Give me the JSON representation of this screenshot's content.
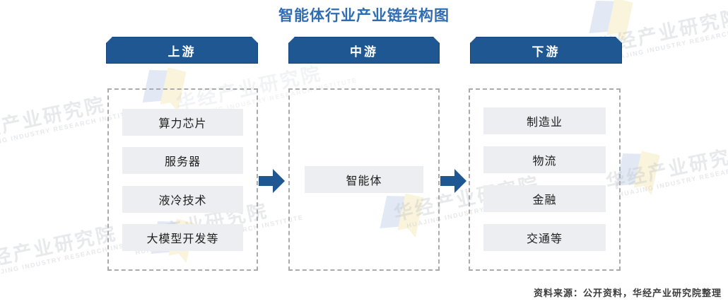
{
  "title": "智能体行业产业链结构图",
  "source_note": "资料来源：公开资料，华经产业研究院整理",
  "watermark": {
    "cn": "华经产业研究院",
    "en": "HUAJING INDUSTRY RESEARCH INSTITUTE"
  },
  "columns": [
    {
      "header": "上游",
      "items": [
        "算力芯片",
        "服务器",
        "液冷技术",
        "大模型开发等"
      ]
    },
    {
      "header": "中游",
      "items": [
        "智能体"
      ]
    },
    {
      "header": "下游",
      "items": [
        "制造业",
        "物流",
        "金融",
        "交通等"
      ]
    }
  ],
  "colors": {
    "header_bg": "#1F5792",
    "header_border": "#16437E",
    "title_text": "#2E6DB3",
    "arrow": "#1E5791",
    "box_bg": "#ECEEF2",
    "dashed_border": "#ABABAB",
    "logo_blue": "#DDE6F4",
    "logo_yellow": "#FBF3D7"
  }
}
